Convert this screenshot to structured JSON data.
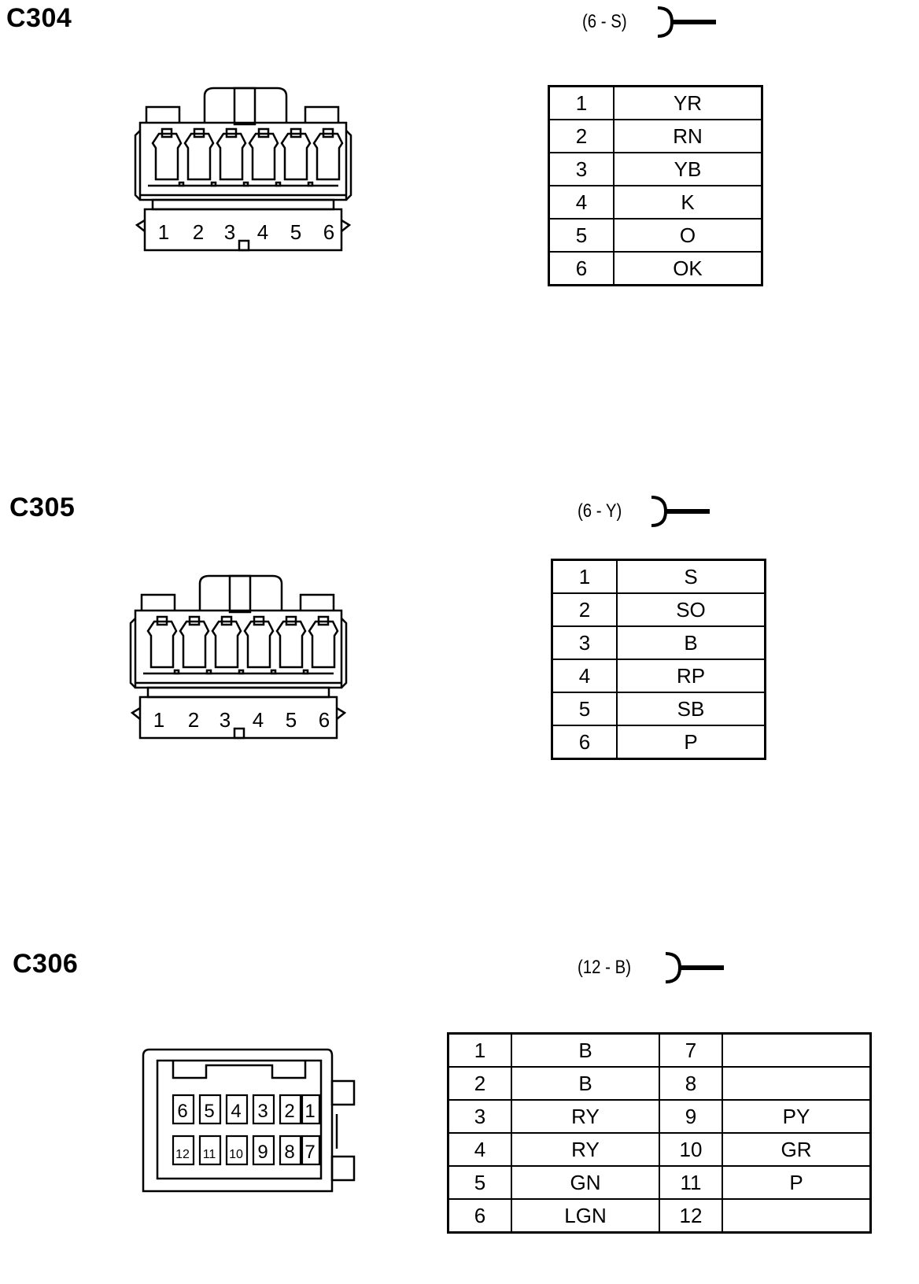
{
  "connectors": [
    {
      "title": "C304",
      "code": "(6 - S)",
      "pin_labels": [
        "1",
        "2",
        "3",
        "4",
        "5",
        "6"
      ],
      "pins": [
        {
          "pin": "1",
          "wire": "YR"
        },
        {
          "pin": "2",
          "wire": "RN"
        },
        {
          "pin": "3",
          "wire": "YB"
        },
        {
          "pin": "4",
          "wire": "K"
        },
        {
          "pin": "5",
          "wire": "O"
        },
        {
          "pin": "6",
          "wire": "OK"
        }
      ]
    },
    {
      "title": "C305",
      "code": "(6 - Y)",
      "pin_labels": [
        "1",
        "2",
        "3",
        "4",
        "5",
        "6"
      ],
      "pins": [
        {
          "pin": "1",
          "wire": "S"
        },
        {
          "pin": "2",
          "wire": "SO"
        },
        {
          "pin": "3",
          "wire": "B"
        },
        {
          "pin": "4",
          "wire": "RP"
        },
        {
          "pin": "5",
          "wire": "SB"
        },
        {
          "pin": "6",
          "wire": "P"
        }
      ]
    },
    {
      "title": "C306",
      "code": "(12 - B)",
      "pin_labels_top": [
        "6",
        "5",
        "4",
        "3",
        "2",
        "1"
      ],
      "pin_labels_bottom": [
        "12",
        "11",
        "10",
        "9",
        "8",
        "7"
      ],
      "pins": [
        {
          "pin": "1",
          "wire": "B",
          "pin2": "7",
          "wire2": ""
        },
        {
          "pin": "2",
          "wire": "B",
          "pin2": "8",
          "wire2": ""
        },
        {
          "pin": "3",
          "wire": "RY",
          "pin2": "9",
          "wire2": "PY"
        },
        {
          "pin": "4",
          "wire": "RY",
          "pin2": "10",
          "wire2": "GR"
        },
        {
          "pin": "5",
          "wire": "GN",
          "pin2": "11",
          "wire2": "P"
        },
        {
          "pin": "6",
          "wire": "LGN",
          "pin2": "12",
          "wire2": ""
        }
      ]
    }
  ]
}
